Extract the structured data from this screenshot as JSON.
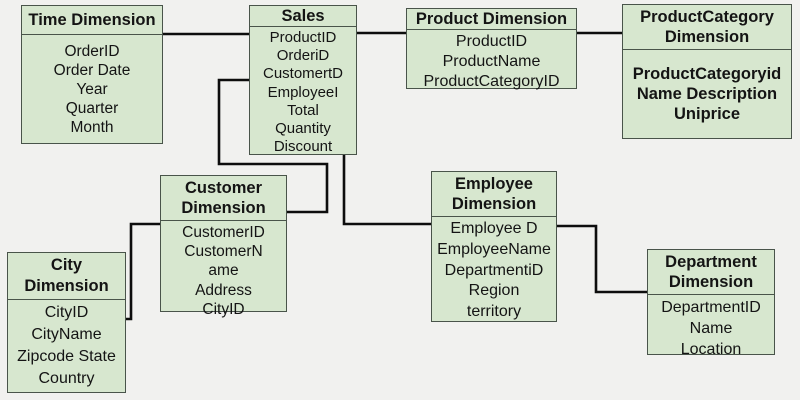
{
  "diagram": {
    "title": "Sales star schema diagram",
    "colors": {
      "background": "#f1f1ef",
      "entity_fill": "#d7e7cf",
      "entity_border": "#49544a",
      "connector": "#0d0d0d",
      "text": "#141414"
    },
    "entities": {
      "time": {
        "title": "Time Dimension",
        "fields": [
          "OrderID",
          "Order Date",
          "Year",
          "Quarter",
          "Month"
        ]
      },
      "sales": {
        "title": "Sales",
        "fields": [
          "ProductID",
          "OrderiD",
          "CustomertD",
          "EmployeeI",
          "Total",
          "Quantity",
          "Discount"
        ]
      },
      "product": {
        "title": "Product Dimension",
        "fields": [
          "ProductID",
          "ProductName",
          "ProductCategoryID"
        ]
      },
      "product_category": {
        "title": "ProductCategory\nDimension",
        "fields": [
          "ProductCategoryid",
          "Name Description",
          "Uniprice"
        ]
      },
      "customer": {
        "title": "Customer\nDimension",
        "fields": [
          "CustomerID",
          "CustomerN",
          "ame",
          "Address",
          "CityID"
        ]
      },
      "employee": {
        "title": "Employee\nDimension",
        "fields": [
          "Employee D",
          "EmployeeName",
          "DepartmentiD",
          "Region",
          "territory"
        ]
      },
      "city": {
        "title": "City\nDimension",
        "fields": [
          "CityID",
          "CityName",
          "Zipcode State",
          "Country"
        ]
      },
      "department": {
        "title": "Department\nDimension",
        "fields": [
          "DepartmentID",
          "Name",
          "Location"
        ]
      }
    },
    "connections": [
      {
        "from": "Time Dimension",
        "to": "Sales"
      },
      {
        "from": "Sales",
        "to": "Product Dimension"
      },
      {
        "from": "Product Dimension",
        "to": "ProductCategory Dimension"
      },
      {
        "from": "Sales",
        "to": "Customer Dimension"
      },
      {
        "from": "Sales",
        "to": "Employee Dimension"
      },
      {
        "from": "Customer Dimension",
        "to": "City Dimension"
      },
      {
        "from": "Employee Dimension",
        "to": "Department Dimension"
      }
    ]
  }
}
